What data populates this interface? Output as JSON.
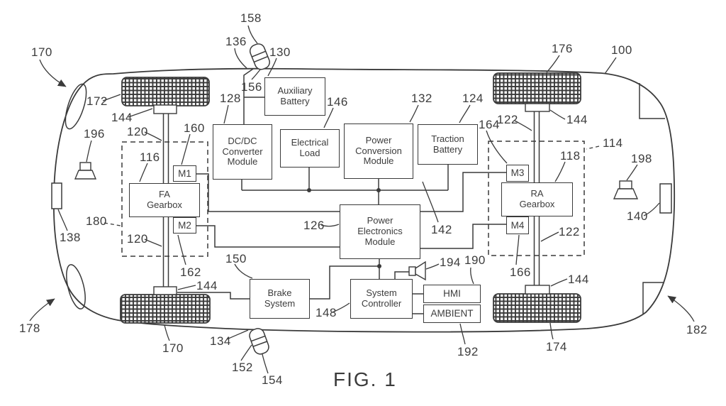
{
  "figure": {
    "caption": "FIG. 1"
  },
  "components": {
    "auxiliary_battery": "Auxiliary\nBattery",
    "dcdc_converter_module": "DC/DC\nConverter\nModule",
    "electrical_load": "Electrical\nLoad",
    "power_conversion_module": "Power\nConversion\nModule",
    "traction_battery": "Traction\nBattery",
    "power_electronics_module": "Power\nElectronics\nModule",
    "fa_gearbox": "FA\nGearbox",
    "ra_gearbox": "RA\nGearbox",
    "brake_system": "Brake\nSystem",
    "system_controller": "System\nController",
    "hmi": "HMI",
    "ambient": "AMBIENT",
    "m1": "M1",
    "m2": "M2",
    "m3": "M3",
    "m4": "M4"
  },
  "refs": {
    "r100": "100",
    "r114": "114",
    "r116": "116",
    "r118": "118",
    "r120a": "120",
    "r120b": "120",
    "r122a": "122",
    "r122b": "122",
    "r124": "124",
    "r126": "126",
    "r128": "128",
    "r130": "130",
    "r132": "132",
    "r134": "134",
    "r136": "136",
    "r138": "138",
    "r140": "140",
    "r142": "142",
    "r144a": "144",
    "r144b": "144",
    "r144c": "144",
    "r144d": "144",
    "r146": "146",
    "r148": "148",
    "r150": "150",
    "r152": "152",
    "r154": "154",
    "r156": "156",
    "r158": "158",
    "r160": "160",
    "r162": "162",
    "r164": "164",
    "r166": "166",
    "r170a": "170",
    "r170b": "170",
    "r172": "172",
    "r174": "174",
    "r176": "176",
    "r178": "178",
    "r180": "180",
    "r182": "182",
    "r190": "190",
    "r192": "192",
    "r194": "194",
    "r196": "196",
    "r198": "198"
  },
  "icons": {
    "front_speaker": "speaker",
    "rear_speaker": "speaker",
    "controller_speaker": "speaker",
    "top_charge_port": "charge-connector",
    "bottom_charge_port": "charge-connector"
  },
  "colors": {
    "line": "#3a3a3a",
    "text": "#3c3c3c",
    "background": "#ffffff"
  }
}
